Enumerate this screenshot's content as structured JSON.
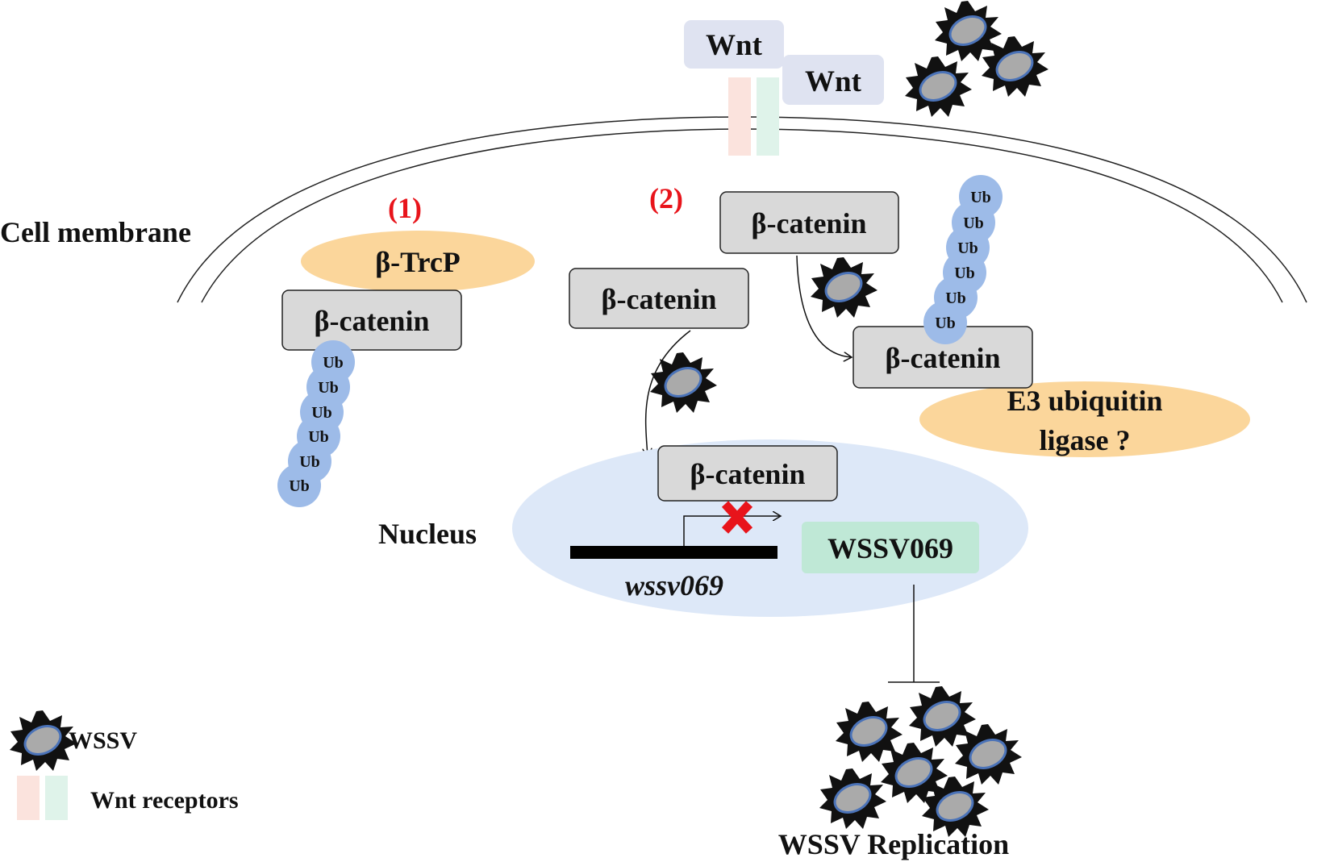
{
  "labels": {
    "wnt_1": "Wnt",
    "wnt_2": "Wnt",
    "cell_membrane": "Cell membrane",
    "pathway_1": "(1)",
    "pathway_2": "(2)",
    "btrcp": "β-TrcP",
    "e3_line1": "E3 ubiquitin",
    "e3_line2": "ligase ?",
    "nucleus": "Nucleus",
    "gene": "wssv069",
    "protein": "WSSV069",
    "replication": "WSSV Replication"
  },
  "beta_catenin": {
    "left": "β-catenin",
    "mid": "β-catenin",
    "top_right": "β-catenin",
    "right": "β-catenin",
    "nucleus": "β-catenin"
  },
  "ubiquitin_left": [
    "Ub",
    "Ub",
    "Ub",
    "Ub",
    "Ub",
    "Ub"
  ],
  "ubiquitin_right": [
    "Ub",
    "Ub",
    "Ub",
    "Ub",
    "Ub",
    "Ub"
  ],
  "legend": {
    "wssv": "WSSV",
    "receptors": "Wnt receptors"
  },
  "colors": {
    "wnt_box": "#dfe3f1",
    "receptor_pink": "#fbe3dd",
    "receptor_green": "#dff3ea",
    "catenin_box": "#d9d9d9",
    "orange_ellipse": "#fbd69b",
    "ubiquitin": "#9dbbe8",
    "nucleus": "#dde8f8",
    "protein_box": "#bfe8d6",
    "red_label": "#e8141b",
    "block_x": "#e8141b",
    "virus_body": "#aaaaaa",
    "virus_ring": "#4b73b8"
  }
}
